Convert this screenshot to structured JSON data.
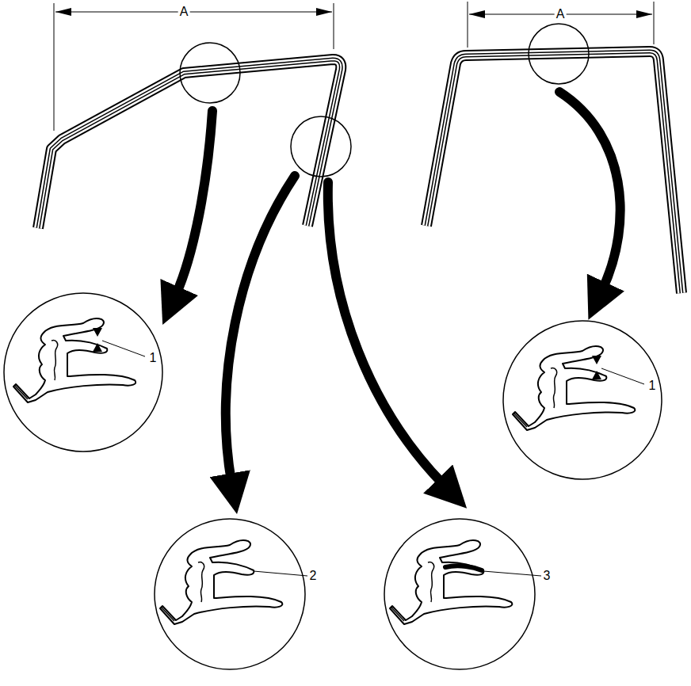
{
  "diagram": {
    "labels": [
      "A",
      "A",
      "1",
      "1",
      "2",
      "3"
    ]
  }
}
